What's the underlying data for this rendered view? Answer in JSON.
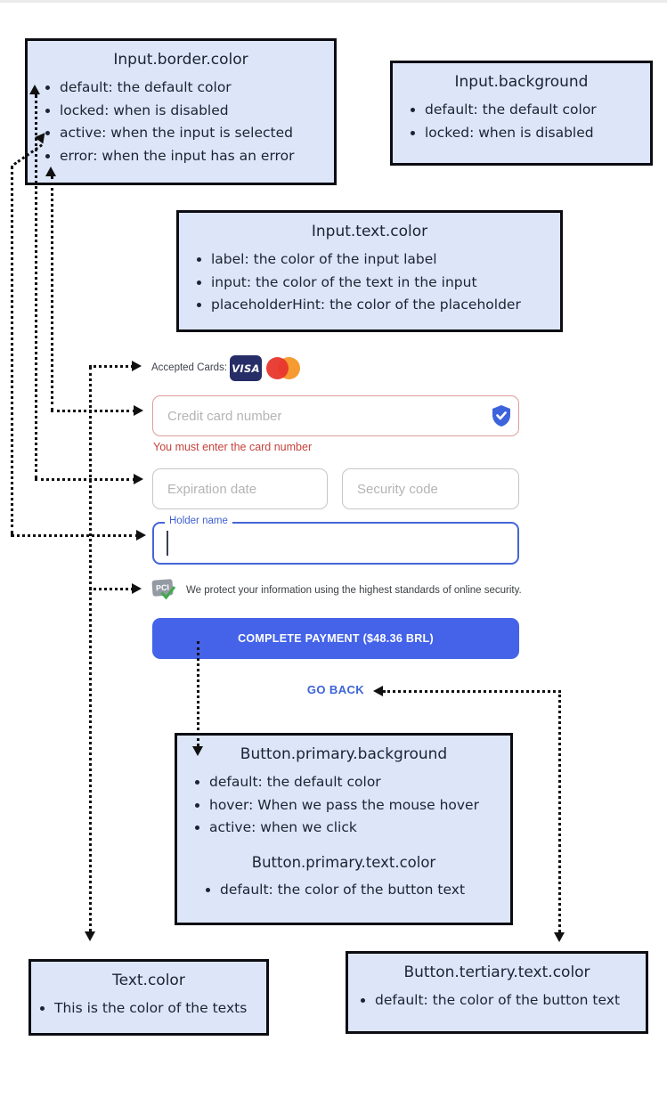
{
  "colors": {
    "primary_button_bg": "#4463e9",
    "primary_button_text": "#ffffff",
    "tertiary_link_blue": "#3c63d8",
    "error_text_red": "#c5423a",
    "error_border": "#dd9c9c",
    "active_border_blue": "#4565d6",
    "active_label_blue": "#3e5fd0",
    "default_input_border": "#c6c6c6",
    "placeholder_gray": "#b4b4b4",
    "note_box_bg": "#dce6f8",
    "note_box_border": "#0c0c13",
    "visa_navy": "#272d66",
    "mastercard_red": "#e8362d",
    "mastercard_orange": "#f59b31",
    "pci_check_green": "#3fa94c",
    "shield_blue": "#3d63dc"
  },
  "notes": {
    "input_border": {
      "title": "Input.border.color",
      "items": [
        "default: the default color",
        "locked: when is disabled",
        "active: when the input is selected",
        "error: when the input has an error"
      ]
    },
    "input_background": {
      "title": "Input.background",
      "items": [
        "default: the default color",
        "locked: when is disabled"
      ]
    },
    "input_text": {
      "title": "Input.text.color",
      "items": [
        "label: the color of the input label",
        "input: the color of the text in the input",
        "placeholderHint: the color of the placeholder"
      ]
    },
    "button_primary": {
      "title": "Button.primary.background",
      "items": [
        "default: the default color",
        "hover: When we pass the mouse hover",
        "active: when we click"
      ],
      "text_title": "Button.primary.text.color",
      "text_items": [
        "default: the color of the button text"
      ]
    },
    "text_color": {
      "title": "Text.color",
      "items": [
        "This is the color of the texts"
      ]
    },
    "button_tertiary": {
      "title": "Button.tertiary.text.color",
      "items": [
        "default: the color of the button text"
      ]
    }
  },
  "form": {
    "accepted_cards_label": "Accepted Cards:",
    "visa_label": "VISA",
    "card_number": {
      "placeholder": "Credit card number",
      "error": "You must enter the card number"
    },
    "expiration": {
      "placeholder": "Expiration date"
    },
    "security": {
      "placeholder": "Security code"
    },
    "holder": {
      "label": "Holder name",
      "value": ""
    },
    "pci_label": "PCI",
    "security_note": "We protect your information using the highest standards of online security.",
    "submit_label": "COMPLETE PAYMENT ($48.36 BRL)",
    "back_label": "GO BACK"
  }
}
